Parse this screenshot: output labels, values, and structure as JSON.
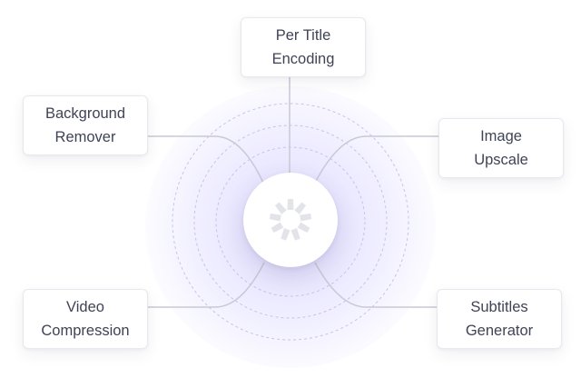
{
  "nodes": {
    "per_title_encoding": {
      "line1": "Per Title",
      "line2": "Encoding"
    },
    "background_remover": {
      "line1": "Background",
      "line2": "Remover"
    },
    "image_upscale": {
      "line1": "Image",
      "line2": "Upscale"
    },
    "video_compression": {
      "line1": "Video",
      "line2": "Compression"
    },
    "subtitles_generator": {
      "line1": "Subtitles",
      "line2": "Generator"
    }
  },
  "hub": {
    "icon": "aperture-icon"
  },
  "colors": {
    "text": "#3f4356",
    "connector": "#c9c9d6",
    "ring_dash": "#c6c3ea",
    "glow": "#9b92ff",
    "hub_icon": "#e3e3ea"
  }
}
